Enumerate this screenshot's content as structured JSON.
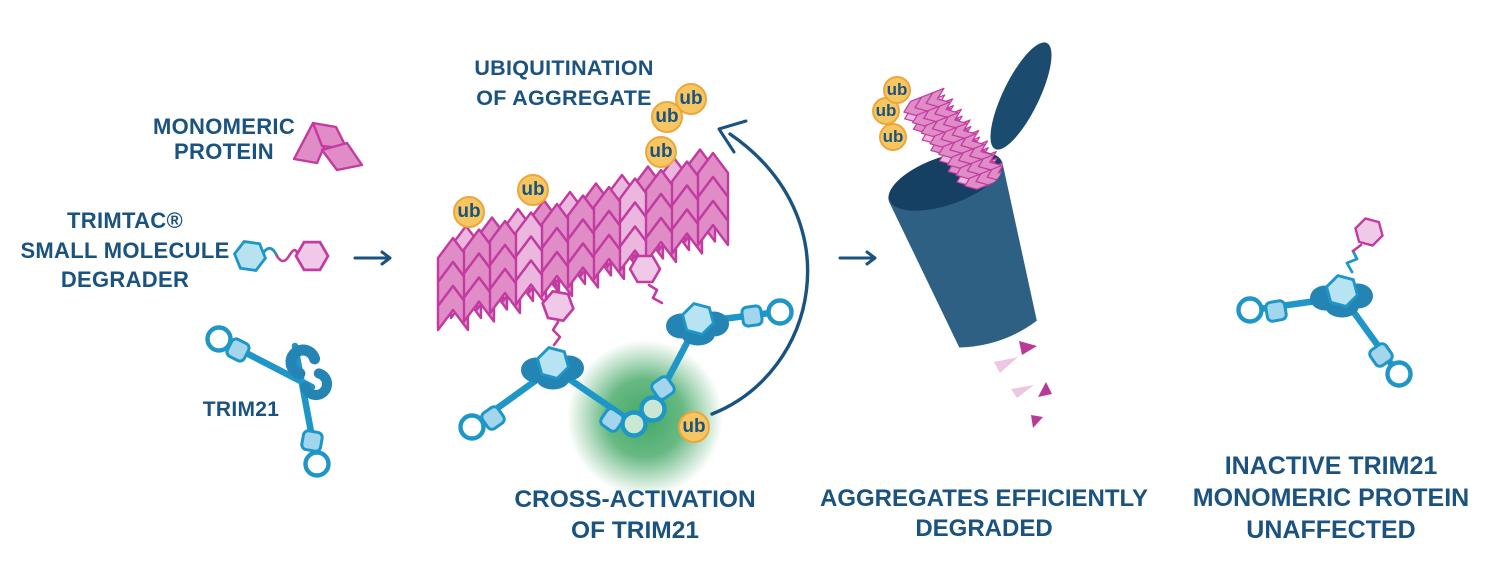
{
  "colors": {
    "navy": "#1a5280",
    "blue": "#1e96c8",
    "dkblue": "#2484b4",
    "lblue": "#a3d6ec",
    "hexlight": "#b7e3f2",
    "hexblue": "#b9e2f1",
    "pink": "#df8cc7",
    "pinklight": "#ecb7df",
    "magenta": "#c23ba0",
    "hexpink": "#f1c9e8",
    "ubfill": "#f8c660",
    "ubstroke": "#e9a73e",
    "steel": "#2e6083",
    "navydark": "#153f63",
    "lidcol": "#1c4b70",
    "green": "#2d9e54",
    "ringfill": "#c9e7d2",
    "fragdark": "#b83a97",
    "fraglight": "#ecc6e3"
  },
  "labels": {
    "monomeric_protein": "MONOMERIC\nPROTEIN",
    "trimtac": "TRIMTAC®\nSMALL MOLECULE\nDEGRADER",
    "trim21": "TRIM21",
    "ubiquitination": "UBIQUITINATION\nOF AGGREGATE",
    "cross_activation": "CROSS-ACTIVATION\nOF TRIM21",
    "aggregates_degraded": "AGGREGATES EFFICIENTLY\nDEGRADED",
    "inactive_trim21": "INACTIVE TRIM21\nMONOMERIC PROTEIN\nUNAFFECTED"
  },
  "ub_label": "ub"
}
